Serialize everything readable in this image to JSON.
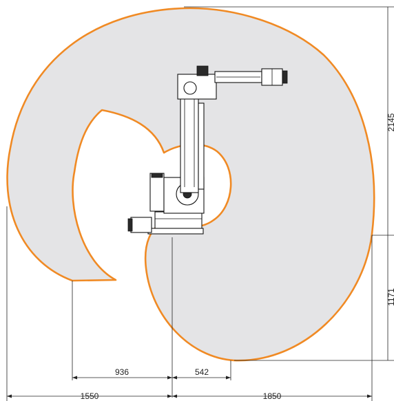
{
  "colors": {
    "envelope_stroke": "#f08a24",
    "envelope_fill": "#e4e4e6",
    "dimension_line": "#222222",
    "robot_outline": "#111111"
  },
  "dimensions": {
    "vertical_top": "2145",
    "vertical_bottom": "1171",
    "inner_left": "936",
    "inner_right": "542",
    "outer_left": "1550",
    "outer_right": "1850"
  }
}
